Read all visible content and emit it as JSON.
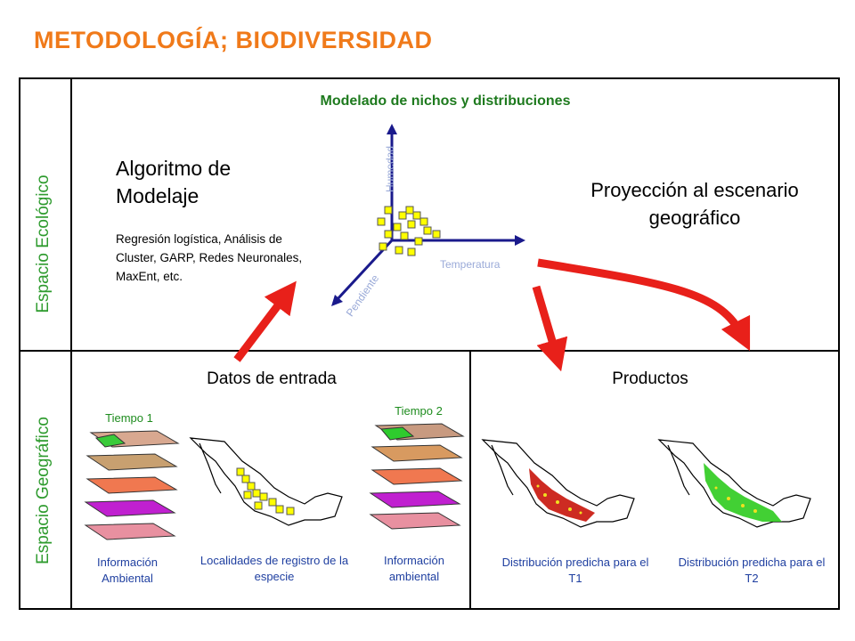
{
  "title": "METODOLOGÍA; BIODIVERSIDAD",
  "side_labels": {
    "ecologico": "Espacio Ecológico",
    "geografico": "Espacio Geográfico"
  },
  "niche": {
    "title": "Modelado de nichos y distribuciones",
    "algorithm_title": "Algoritmo de Modelaje",
    "algorithm_desc": "Regresión logística, Análisis de Cluster, GARP, Redes Neuronales, MaxEnt, etc.",
    "projection": "Proyección al escenario geográfico",
    "axes": {
      "y": "Humedad",
      "x": "Temperatura",
      "z": "Pendiente"
    }
  },
  "inputs": {
    "title": "Datos de entrada",
    "time1": "Tiempo 1",
    "time2": "Tiempo 2",
    "env1": "Información Ambiental",
    "localities": "Localidades de registro de la especie",
    "env2": "Información ambiental"
  },
  "products": {
    "title": "Productos",
    "dist1": "Distribución predicha para el T1",
    "dist2": "Distribución predicha para el T2"
  },
  "colors": {
    "title": "#F07A1A",
    "side_label": "#2E9B2E",
    "axis": "#1A1A8C",
    "arrow": "#E8201A",
    "caption": "#1F3FA0",
    "point_fill": "#FFFF00",
    "dist1": "#C8140A",
    "dist2": "#2DCB1E"
  }
}
